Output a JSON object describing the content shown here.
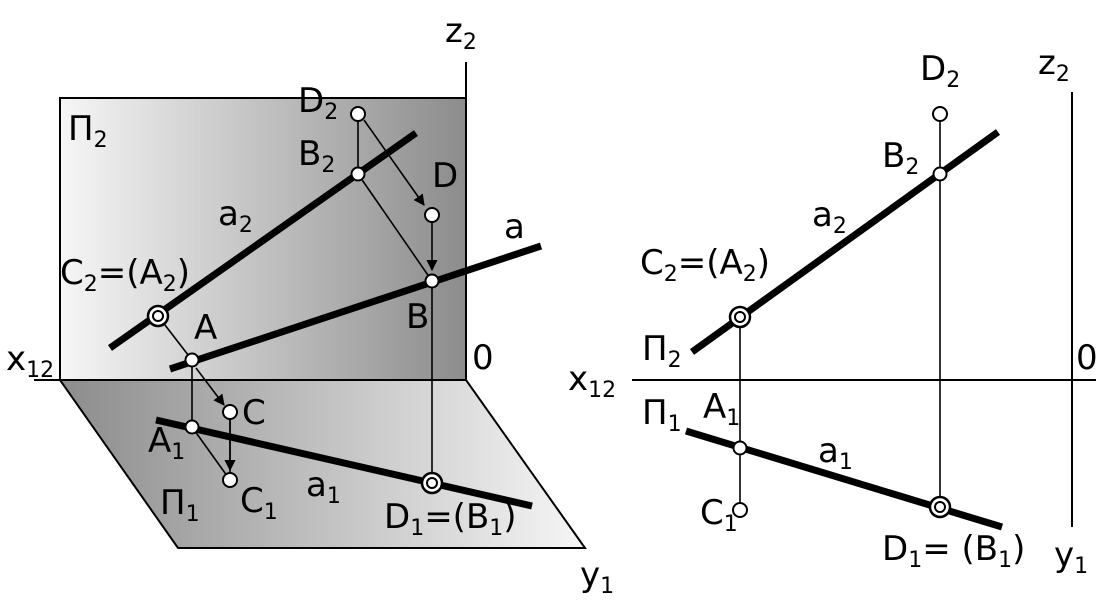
{
  "colors": {
    "ink": "#000000",
    "point_fill": "#ffffff",
    "plane_light": "#f6f6f6",
    "plane_dark": "#8c8c8c",
    "background": "#ffffff"
  },
  "left_diagram": {
    "labels": {
      "z": {
        "main": "z",
        "sub": "2"
      },
      "pi2": {
        "main": "Π",
        "sub": "2"
      },
      "pi1": {
        "main": "Π",
        "sub": "1"
      },
      "x12": {
        "main": "x",
        "sub": "12"
      },
      "y1": {
        "main": "y",
        "sub": "1"
      },
      "origin": {
        "main": "0"
      },
      "a": {
        "main": "a"
      },
      "a2": {
        "main": "a",
        "sub": "2"
      },
      "a1": {
        "main": "a",
        "sub": "1"
      },
      "A": {
        "main": "A"
      },
      "B": {
        "main": "B"
      },
      "C": {
        "main": "C"
      },
      "D": {
        "main": "D"
      },
      "A1": {
        "main": "A",
        "sub": "1"
      },
      "B2": {
        "main": "B",
        "sub": "2"
      },
      "D2": {
        "main": "D",
        "sub": "2"
      },
      "C1": {
        "main": "C",
        "sub": "1"
      },
      "C2A2": {
        "pre": "C",
        "pre_sub": "2",
        "mid": "=(A",
        "mid_sub": "2",
        "post": ")"
      },
      "D1B1": {
        "pre": "D",
        "pre_sub": "1",
        "mid": "=(B",
        "mid_sub": "1",
        "post": ")"
      }
    }
  },
  "right_diagram": {
    "labels": {
      "z": {
        "main": "z",
        "sub": "2"
      },
      "D2": {
        "main": "D",
        "sub": "2"
      },
      "B2": {
        "main": "B",
        "sub": "2"
      },
      "a2": {
        "main": "a",
        "sub": "2"
      },
      "pi2": {
        "main": "Π",
        "sub": "2"
      },
      "pi1": {
        "main": "Π",
        "sub": "1"
      },
      "x12": {
        "main": "x",
        "sub": "12"
      },
      "origin": {
        "main": "0"
      },
      "A1": {
        "main": "A",
        "sub": "1"
      },
      "a1": {
        "main": "a",
        "sub": "1"
      },
      "C1": {
        "main": "C",
        "sub": "1"
      },
      "y1": {
        "main": "y",
        "sub": "1"
      },
      "C2A2": {
        "pre": "C",
        "pre_sub": "2",
        "mid": "=(A",
        "mid_sub": "2",
        "post": ")"
      },
      "D1B1": {
        "pre": "D",
        "pre_sub": "1",
        "mid": "= (B",
        "mid_sub": "1",
        "post": ")"
      }
    }
  }
}
